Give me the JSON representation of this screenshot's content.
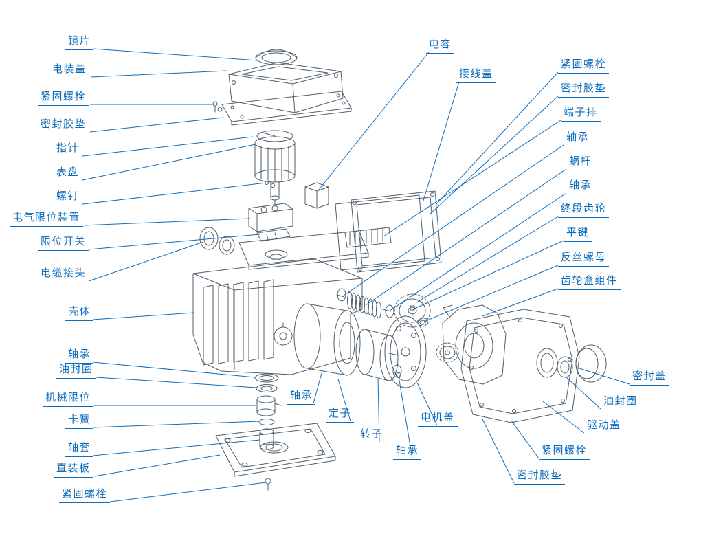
{
  "diagram": {
    "background": "#ffffff",
    "label_color": "#0d6cbd",
    "line_color": "#4e5d6a"
  },
  "labels": [
    {
      "id": "lens",
      "text": "镜片"
    },
    {
      "id": "electrical-cover",
      "text": "电装盖"
    },
    {
      "id": "fastening-bolt-1",
      "text": "紧固螺栓"
    },
    {
      "id": "sealing-gasket-1",
      "text": "密封胶垫"
    },
    {
      "id": "pointer",
      "text": "指针"
    },
    {
      "id": "dial",
      "text": "表盘"
    },
    {
      "id": "screw",
      "text": "螺钉"
    },
    {
      "id": "electrical-limit-device",
      "text": "电气限位装置"
    },
    {
      "id": "limit-switch",
      "text": "限位开关"
    },
    {
      "id": "cable-connector",
      "text": "电缆接头"
    },
    {
      "id": "housing",
      "text": "壳体"
    },
    {
      "id": "bearing-1",
      "text": "轴承"
    },
    {
      "id": "oil-seal-1",
      "text": "油封圈"
    },
    {
      "id": "mechanical-limit",
      "text": "机械限位"
    },
    {
      "id": "circlip",
      "text": "卡簧"
    },
    {
      "id": "shaft-sleeve",
      "text": "轴套"
    },
    {
      "id": "mounting-plate",
      "text": "直装板"
    },
    {
      "id": "fastening-bolt-2",
      "text": "紧固螺栓"
    },
    {
      "id": "capacitor",
      "text": "电容"
    },
    {
      "id": "terminal-cover",
      "text": "接线盖"
    },
    {
      "id": "fastening-bolt-3",
      "text": "紧固螺栓"
    },
    {
      "id": "sealing-gasket-2",
      "text": "密封胶垫"
    },
    {
      "id": "terminal-strip",
      "text": "端子排"
    },
    {
      "id": "bearing-2",
      "text": "轴承"
    },
    {
      "id": "worm",
      "text": "蜗杆"
    },
    {
      "id": "bearing-3",
      "text": "轴承"
    },
    {
      "id": "final-gear",
      "text": "终段齿轮"
    },
    {
      "id": "flat-key",
      "text": "平键"
    },
    {
      "id": "reverse-nut",
      "text": "反丝螺母"
    },
    {
      "id": "gearbox-assembly",
      "text": "齿轮盒组件"
    },
    {
      "id": "seal-cover",
      "text": "密封盖"
    },
    {
      "id": "oil-seal-2",
      "text": "油封圈"
    },
    {
      "id": "drive-cover",
      "text": "驱动盖"
    },
    {
      "id": "fastening-bolt-4",
      "text": "紧固螺栓"
    },
    {
      "id": "sealing-gasket-3",
      "text": "密封胶垫"
    },
    {
      "id": "bearing-4",
      "text": "轴承"
    },
    {
      "id": "stator",
      "text": "定子"
    },
    {
      "id": "rotor",
      "text": "转子"
    },
    {
      "id": "bearing-5",
      "text": "轴承"
    },
    {
      "id": "motor-cover",
      "text": "电机盖"
    }
  ]
}
